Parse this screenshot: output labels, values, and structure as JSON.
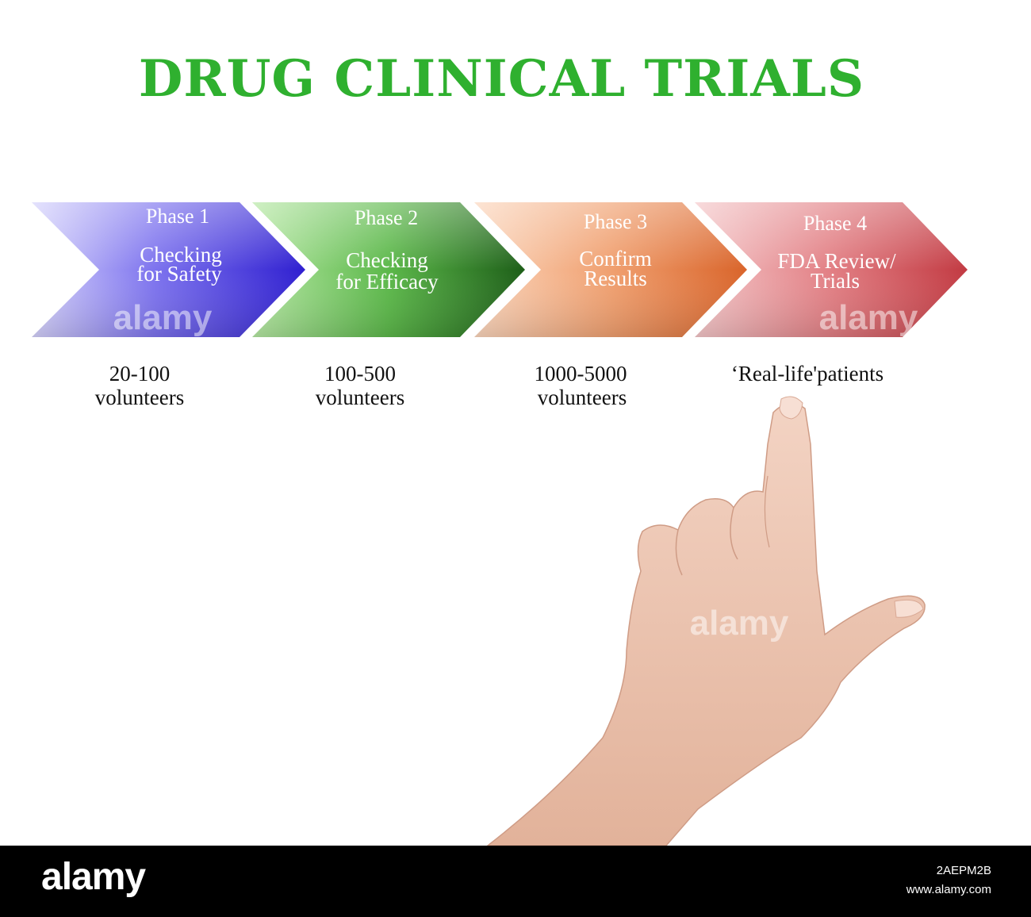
{
  "title": "DRUG CLINICAL TRIALS",
  "phases": [
    {
      "label": "Phase 1",
      "desc_lines": [
        "Checking",
        "for Safety"
      ],
      "count_lines": [
        "20-100",
        "volunteers"
      ],
      "color": "#4a3fd6"
    },
    {
      "label": "Phase 2",
      "desc_lines": [
        "Checking",
        "for Efficacy"
      ],
      "count_lines": [
        "100-500",
        "volunteers"
      ],
      "color": "#3a8a2a"
    },
    {
      "label": "Phase 3",
      "desc_lines": [
        "Confirm",
        "Results"
      ],
      "count_lines": [
        "1000-5000",
        "volunteers"
      ],
      "color": "#e07a3a"
    },
    {
      "label": "Phase 4",
      "desc_lines": [
        "FDA Review/",
        "Trials"
      ],
      "count_lines": [
        "‘Real-life'patients"
      ],
      "color": "#cc4a50"
    }
  ],
  "watermark": "alamy",
  "footer": {
    "logo": "alamy",
    "image_id": "2AEPM2B",
    "site": "www.alamy.com"
  }
}
